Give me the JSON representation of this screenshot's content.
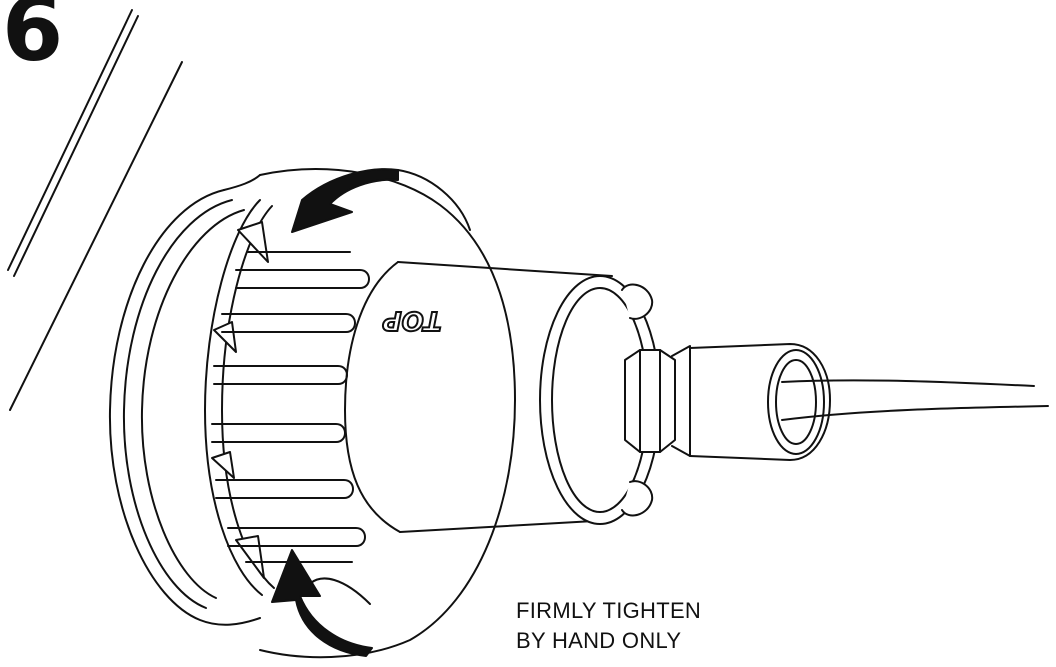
{
  "step": {
    "number": "6"
  },
  "instruction": {
    "line1": "FIRMLY TIGHTEN",
    "line2": "BY HAND ONLY"
  },
  "part": {
    "label": "TOP"
  },
  "colors": {
    "ink": "#111111",
    "paper": "#ffffff"
  }
}
